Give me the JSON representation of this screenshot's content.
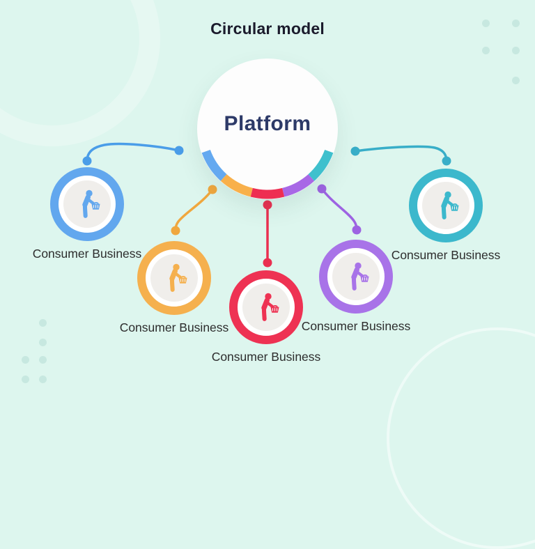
{
  "title": "Circular model",
  "colors": {
    "background": "#ddf6ee",
    "decor_dot": "#c7e8e0",
    "title_text": "#1b1b2c",
    "platform_text": "#2d3a68",
    "label_text": "#2d2d2d",
    "inner_circle": "#f0eeeb"
  },
  "platform": {
    "label": "Platform",
    "arc_colors": [
      "#64a9f0",
      "#f8b04b",
      "#ee2e52",
      "#a868e6",
      "#3fc0cd"
    ]
  },
  "satellites": [
    {
      "label": "Consumer Business",
      "color": "#62a7ee",
      "icon": "person-with-shopping-basket"
    },
    {
      "label": "Consumer Business",
      "color": "#f5b04e",
      "icon": "person-with-shopping-basket"
    },
    {
      "label": "Consumer Business",
      "color": "#ee3253",
      "icon": "person-with-shopping-basket"
    },
    {
      "label": "Consumer Business",
      "color": "#a873e8",
      "icon": "person-with-shopping-basket"
    },
    {
      "label": "Consumer Business",
      "color": "#3cb8cc",
      "icon": "person-with-shopping-basket"
    }
  ],
  "connectors": [
    {
      "from": "platform",
      "to": "consumer-business-1",
      "color": "#4a9de8"
    },
    {
      "from": "platform",
      "to": "consumer-business-2",
      "color": "#f0a73e"
    },
    {
      "from": "platform",
      "to": "consumer-business-3",
      "color": "#ea2f50"
    },
    {
      "from": "platform",
      "to": "consumer-business-4",
      "color": "#9d63e2"
    },
    {
      "from": "platform",
      "to": "consumer-business-5",
      "color": "#38aec8"
    }
  ]
}
